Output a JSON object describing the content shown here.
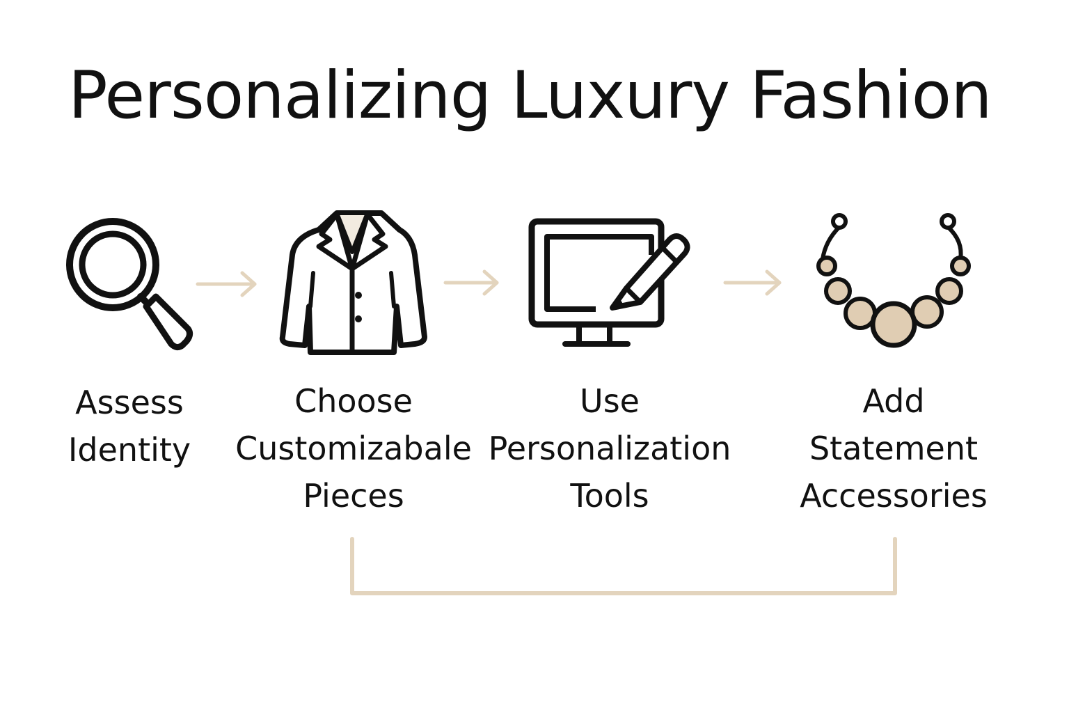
{
  "title": "Personalizing Luxury Fashion",
  "colors": {
    "ink": "#111111",
    "accent": "#e3d4bd",
    "accent_fill": "#e0cdb3"
  },
  "steps": [
    {
      "icon": "magnifying-glass-icon",
      "label_lines": [
        "Assess",
        "Identity"
      ]
    },
    {
      "icon": "blazer-icon",
      "label_lines": [
        "Choose",
        "Customizabale",
        "Pieces"
      ]
    },
    {
      "icon": "monitor-pencil-icon",
      "label_lines": [
        "Use",
        "Personalization",
        "Tools"
      ]
    },
    {
      "icon": "necklace-icon",
      "label_lines": [
        "Add",
        "Statement",
        "Accessories"
      ]
    }
  ],
  "connectors": {
    "arrows": 3,
    "bracket": "links Choose Customizabale Pieces to Add Statement Accessories"
  }
}
